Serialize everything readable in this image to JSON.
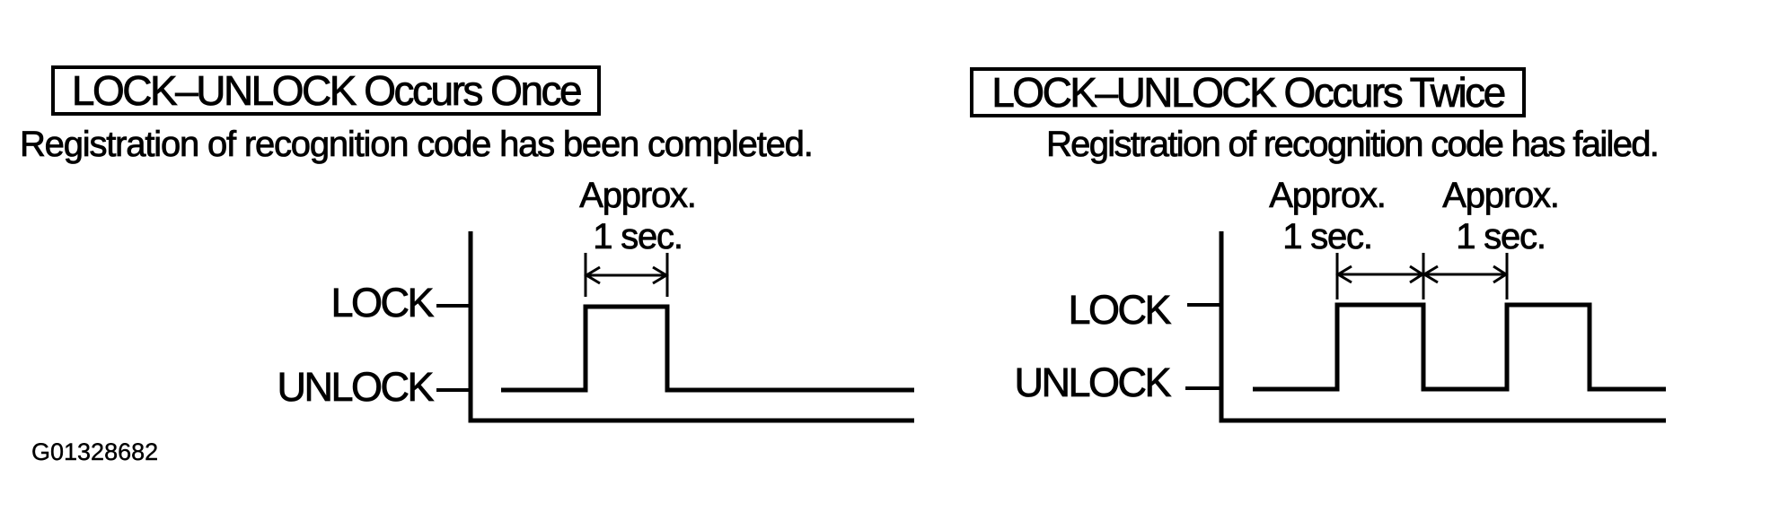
{
  "figure": {
    "id_label": "G01328682",
    "colors": {
      "ink": "#000000",
      "background": "#ffffff"
    }
  },
  "panels": [
    {
      "title": "LOCK–UNLOCK Occurs Once",
      "caption": "Registration of recognition code has been completed.",
      "lock_label": "LOCK",
      "unlock_label": "UNLOCK",
      "durations": [
        {
          "line1": "Approx.",
          "line2": "1 sec."
        }
      ],
      "waveform": {
        "type": "timing",
        "levels": [
          "LOCK",
          "UNLOCK"
        ],
        "pulse_count": 1,
        "pulse_duration": "Approx. 1 sec."
      }
    },
    {
      "title": "LOCK–UNLOCK Occurs Twice",
      "caption": "Registration of recognition code has failed.",
      "lock_label": "LOCK",
      "unlock_label": "UNLOCK",
      "durations": [
        {
          "line1": "Approx.",
          "line2": "1 sec."
        },
        {
          "line1": "Approx.",
          "line2": "1 sec."
        }
      ],
      "waveform": {
        "type": "timing",
        "levels": [
          "LOCK",
          "UNLOCK"
        ],
        "pulse_count": 2,
        "pulse_duration": "Approx. 1 sec.",
        "pulse_interval": "Approx. 1 sec."
      }
    }
  ]
}
